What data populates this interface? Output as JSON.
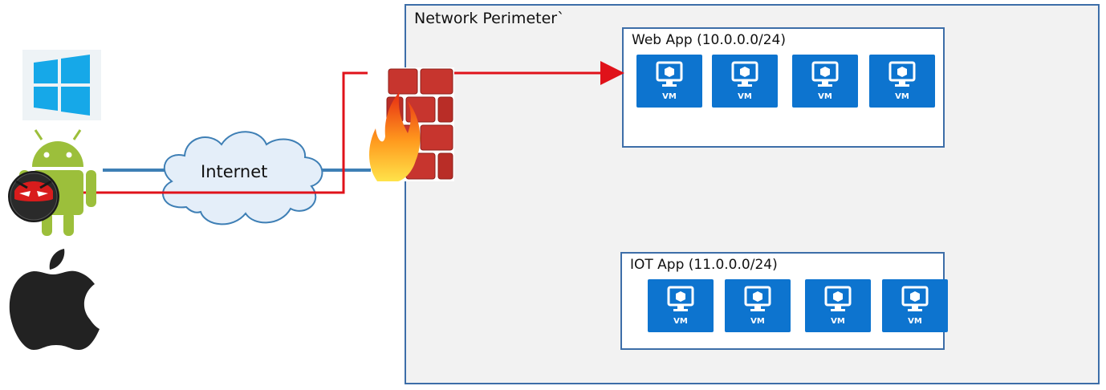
{
  "perimeter": {
    "title": "Network Perimeter`"
  },
  "cloud": {
    "label": "Internet"
  },
  "subnets": [
    {
      "title": "Web App (10.0.0.0/24)",
      "vms": [
        "VM",
        "VM",
        "VM",
        "VM"
      ]
    },
    {
      "title": "IOT App (11.0.0.0/24)",
      "vms": [
        "VM",
        "VM",
        "VM",
        "VM"
      ]
    }
  ],
  "icons": {
    "windows": "windows-logo-icon",
    "android": "android-logo-icon",
    "hacker": "hacker-mask-icon",
    "apple": "apple-logo-icon",
    "firewall": "firewall-icon",
    "cloud": "internet-cloud-icon",
    "vm": "virtual-machine-icon"
  },
  "colors": {
    "perimeter_border": "#3d6ea8",
    "vm_fill": "#0d74cf",
    "attack_line": "#e0121a",
    "link_line": "#3e7fb5",
    "windows": "#16a8e8",
    "android": "#9cbf3b",
    "firewall": "#c7352e"
  }
}
